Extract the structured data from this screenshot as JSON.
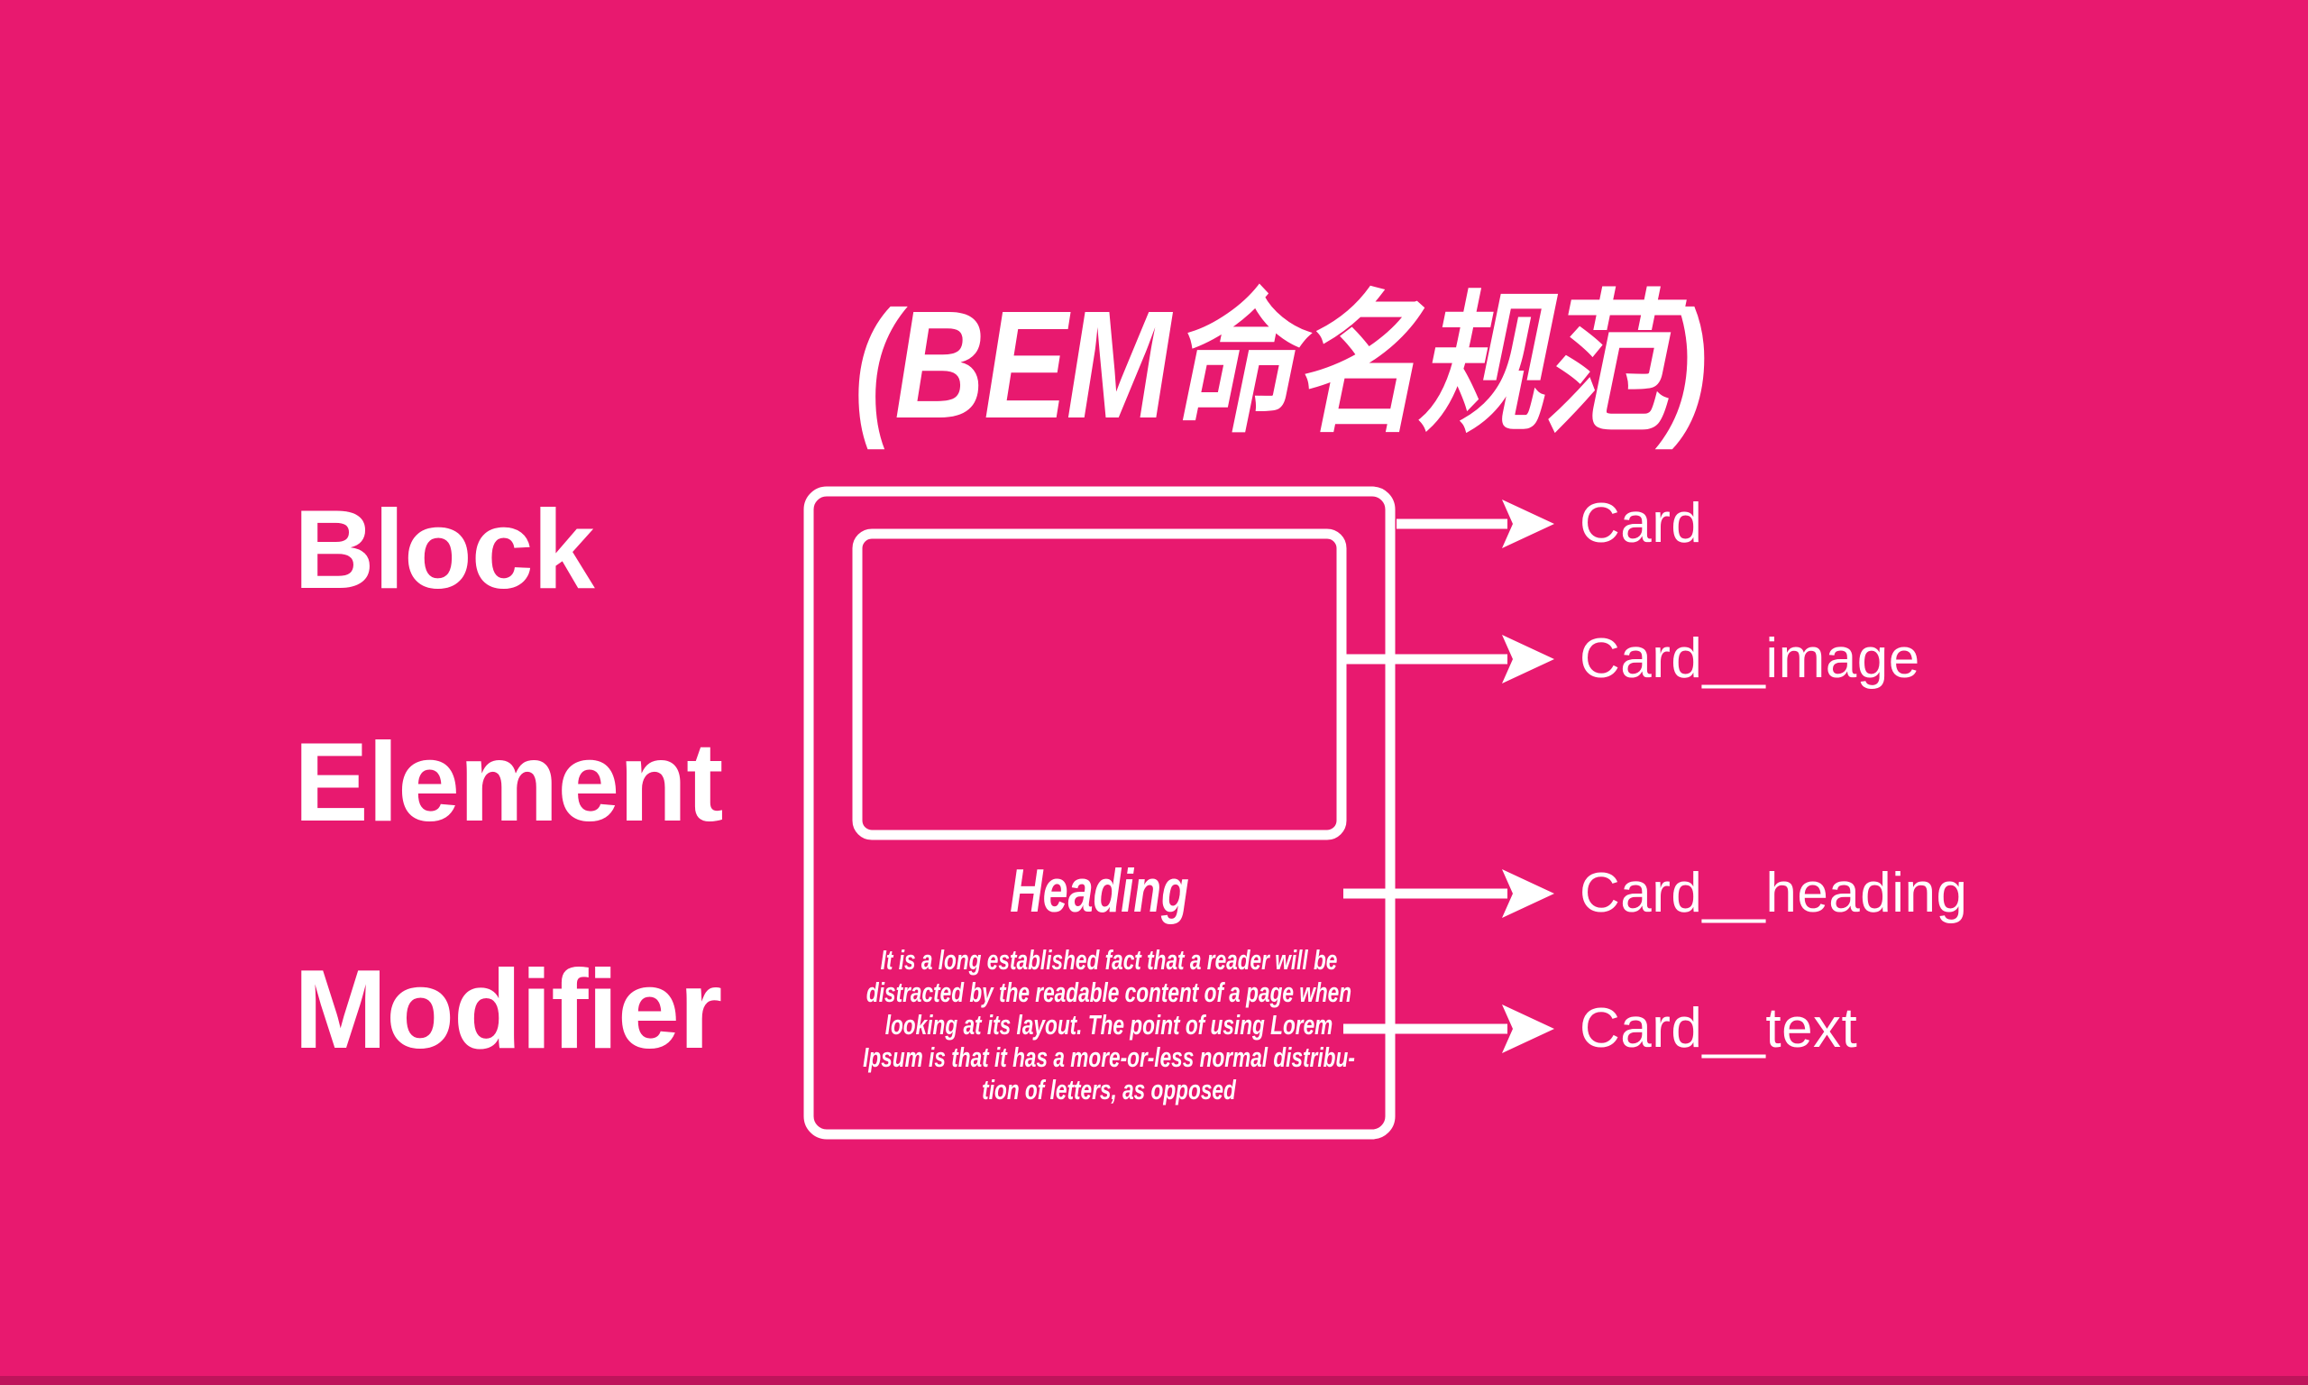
{
  "page": {
    "title": "(BEM命名规范)"
  },
  "colors": {
    "background": "#E8196F",
    "foreground": "#FFFFFF"
  },
  "left_labels": [
    {
      "label": "Block"
    },
    {
      "label": "Element"
    },
    {
      "label": "Modifier"
    }
  ],
  "card": {
    "heading": "Heading",
    "text_lines": [
      "It is a long established fact that a reader will be",
      "distracted by the readable content of a page when",
      "looking at its layout. The point of using Lorem",
      "Ipsum is that it has a more-or-less normal distribu-",
      "tion of letters, as opposed"
    ]
  },
  "annotations": [
    {
      "label": "Card"
    },
    {
      "label": "Card__image"
    },
    {
      "label": "Card__heading"
    },
    {
      "label": "Card__text"
    }
  ]
}
